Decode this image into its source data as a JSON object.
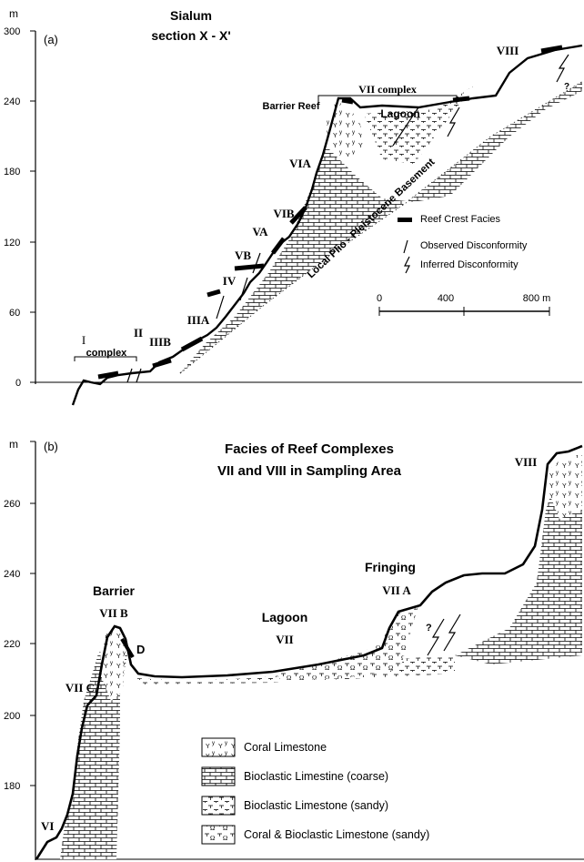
{
  "panel_a": {
    "y_unit": "m",
    "panel_label": "(a)",
    "title_line1": "Sialum",
    "title_line2": "section X - X'",
    "y_ticks": [
      "300",
      "240",
      "180",
      "120",
      "60",
      "0"
    ],
    "terrace_labels": {
      "I": "I",
      "complex_I": "complex",
      "II": "II",
      "IIIB": "IIIB",
      "IIIA": "IIIA",
      "IV": "IV",
      "VB": "VB",
      "VA": "VA",
      "VIB": "VIB",
      "VIA": "VIA",
      "VII_complex": "VII complex",
      "VIII": "VIII",
      "barrier_reef": "Barrier Reef",
      "lagoon": "Lagoon",
      "basement": "Local Plio - Pleistocene Basement",
      "question": "?"
    },
    "legend": {
      "reef_crest": "Reef Crest Facies",
      "observed": "Observed Disconformity",
      "inferred": "Inferred Disconformity"
    },
    "scale": {
      "zero": "0",
      "mid": "400",
      "end": "800 m"
    }
  },
  "panel_b": {
    "y_unit": "m",
    "panel_label": "(b)",
    "title_line1": "Facies of Reef Complexes",
    "title_line2": "VII and VIII in Sampling Area",
    "y_ticks": [
      "260",
      "240",
      "220",
      "200",
      "180"
    ],
    "labels": {
      "barrier": "Barrier",
      "viib": "VII B",
      "d": "D",
      "viic": "VII C",
      "vi": "VI",
      "lagoon": "Lagoon",
      "vii": "VII",
      "fringing": "Fringing",
      "viia": "VII A",
      "viii": "VIII",
      "question": "?"
    },
    "legend": [
      "Coral Limestone",
      "Bioclastic Limestine (coarse)",
      "Bioclastic Limestone (sandy)",
      "Coral & Bioclastic Limestone (sandy)"
    ]
  }
}
